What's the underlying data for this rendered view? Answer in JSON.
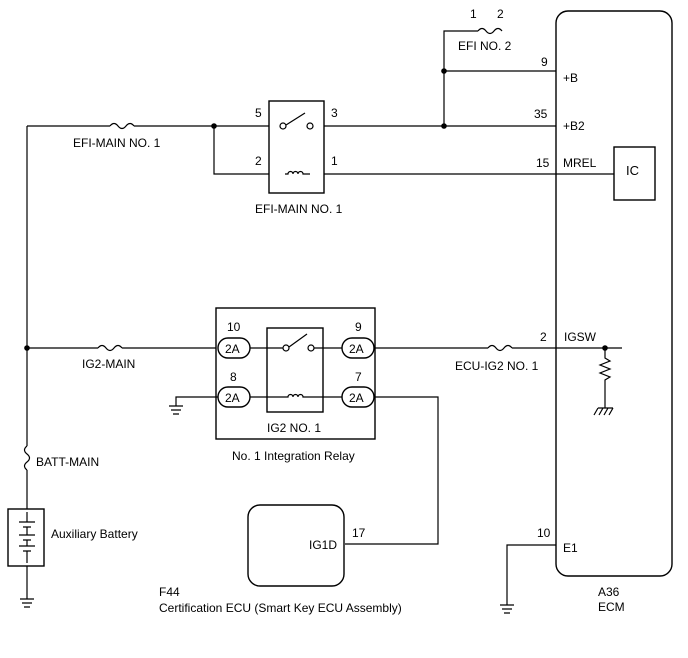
{
  "labels": {
    "efi_no2": "EFI NO. 2",
    "efi_no2_pin1": "1",
    "efi_no2_pin2": "2",
    "efi_main_fuse": "EFI-MAIN NO. 1",
    "efi_main_relay": "EFI-MAIN NO. 1",
    "relay_pin5": "5",
    "relay_pin3": "3",
    "relay_pin2": "2",
    "relay_pin1": "1",
    "ecm_pin9": "9",
    "ecm_b": "+B",
    "ecm_pin35": "35",
    "ecm_b2": "+B2",
    "ecm_pin15": "15",
    "ecm_mrel": "MREL",
    "ic": "IC",
    "ig2_main": "IG2-MAIN",
    "ir_pin10": "10",
    "ir_pin9": "9",
    "ir_pin8": "8",
    "ir_pin7": "7",
    "conn_2a": "2A",
    "ig2_no1": "IG2 NO. 1",
    "integration_relay": "No. 1 Integration Relay",
    "ecm_pin2": "2",
    "ecm_igsw": "IGSW",
    "ecu_ig2": "ECU-IG2 NO. 1",
    "batt_main": "BATT-MAIN",
    "aux_battery": "Auxiliary Battery",
    "ig1d": "IG1D",
    "ig1d_pin": "17",
    "ecm_pin10": "10",
    "ecm_e1": "E1",
    "f44": "F44",
    "cert_ecu": "Certification ECU (Smart Key ECU Assembly)",
    "a36": "A36",
    "ecm": "ECM"
  }
}
